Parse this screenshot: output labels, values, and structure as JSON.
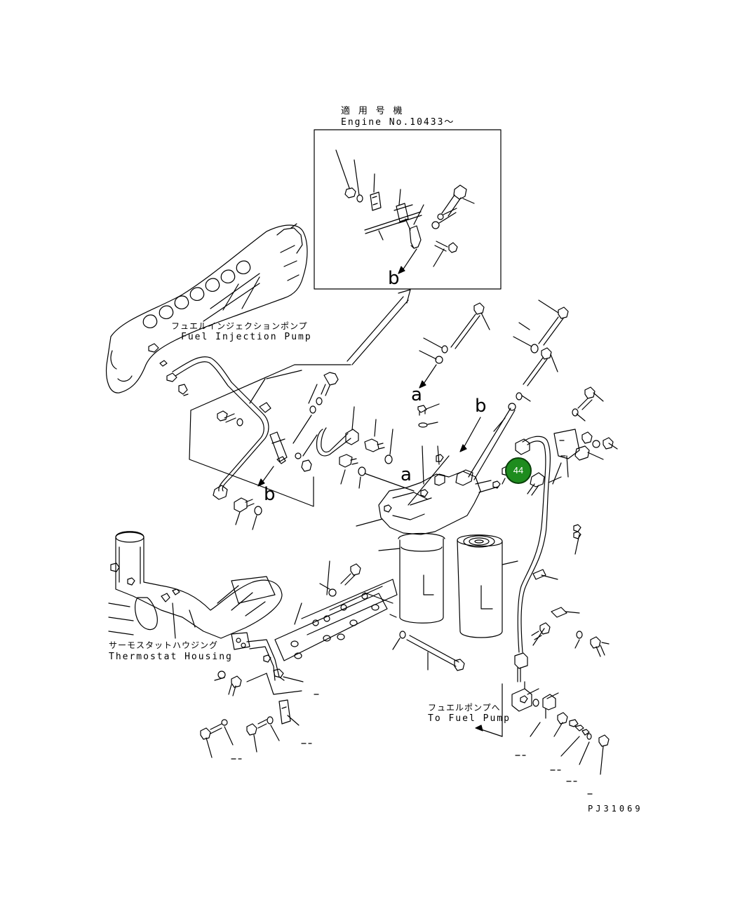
{
  "inset": {
    "applicable_jp": "適 用 号 機",
    "applicable_en": "Engine No.10433～"
  },
  "labels": {
    "fuel_pump_jp": "フュエルインジェクションポンプ",
    "fuel_pump_en": "Fuel Injection Pump",
    "thermostat_jp": "サーモスタットハウジング",
    "thermostat_en": "Thermostat Housing",
    "to_fuel_pump_jp": "フュエルポンプへ",
    "to_fuel_pump_en": "To Fuel Pump",
    "ref_a": "a",
    "ref_b": "b",
    "drawing_no": "PJ31069"
  },
  "callout": {
    "number": "44",
    "color": "#1e8c1e"
  },
  "colors": {
    "line": "#000000",
    "background": "#ffffff",
    "callout_fill": "#1e8c1e"
  }
}
